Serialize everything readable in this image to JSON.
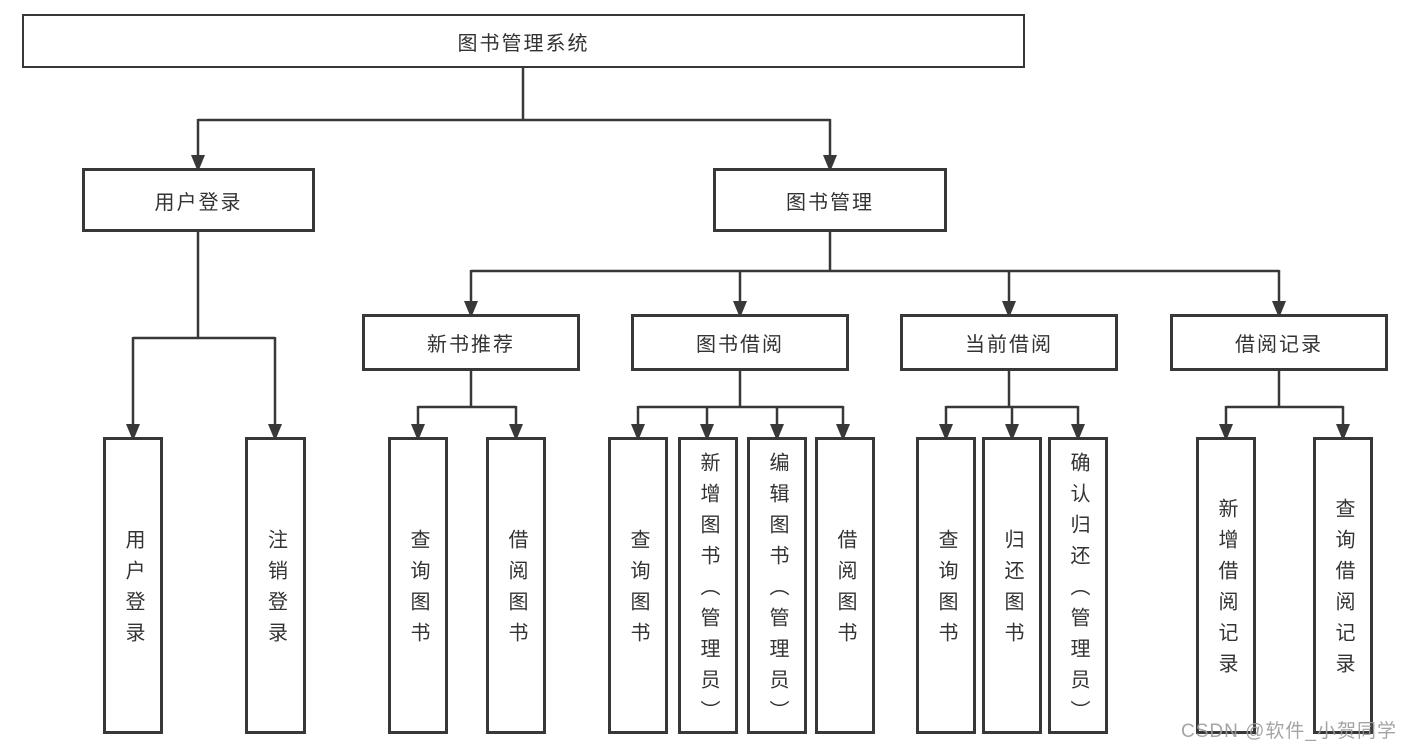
{
  "diagram": {
    "title_node": {
      "label": "图书管理系统"
    },
    "level2": [
      {
        "label": "用户登录"
      },
      {
        "label": "图书管理"
      }
    ],
    "level3": [
      {
        "label": "新书推荐"
      },
      {
        "label": "图书借阅"
      },
      {
        "label": "当前借阅"
      },
      {
        "label": "借阅记录"
      }
    ],
    "leaves": {
      "user": [
        {
          "label": "用户登录"
        },
        {
          "label": "注销登录"
        }
      ],
      "recommend": [
        {
          "label": "查询图书"
        },
        {
          "label": "借阅图书"
        }
      ],
      "borrow": [
        {
          "label": "查询图书"
        },
        {
          "label": "新增图书（管理员）"
        },
        {
          "label": "编辑图书（管理员）"
        },
        {
          "label": "借阅图书"
        }
      ],
      "current": [
        {
          "label": "查询图书"
        },
        {
          "label": "归还图书"
        },
        {
          "label": "确认归还（管理员）"
        }
      ],
      "records": [
        {
          "label": "新增借阅记录"
        },
        {
          "label": "查询借阅记录"
        }
      ]
    },
    "colors": {
      "line": "#383838",
      "text": "#333333",
      "box_background": "#ffffff",
      "watermark": "#9b9b9b"
    }
  },
  "watermark": {
    "text": "CSDN @软件_小贺同学"
  }
}
